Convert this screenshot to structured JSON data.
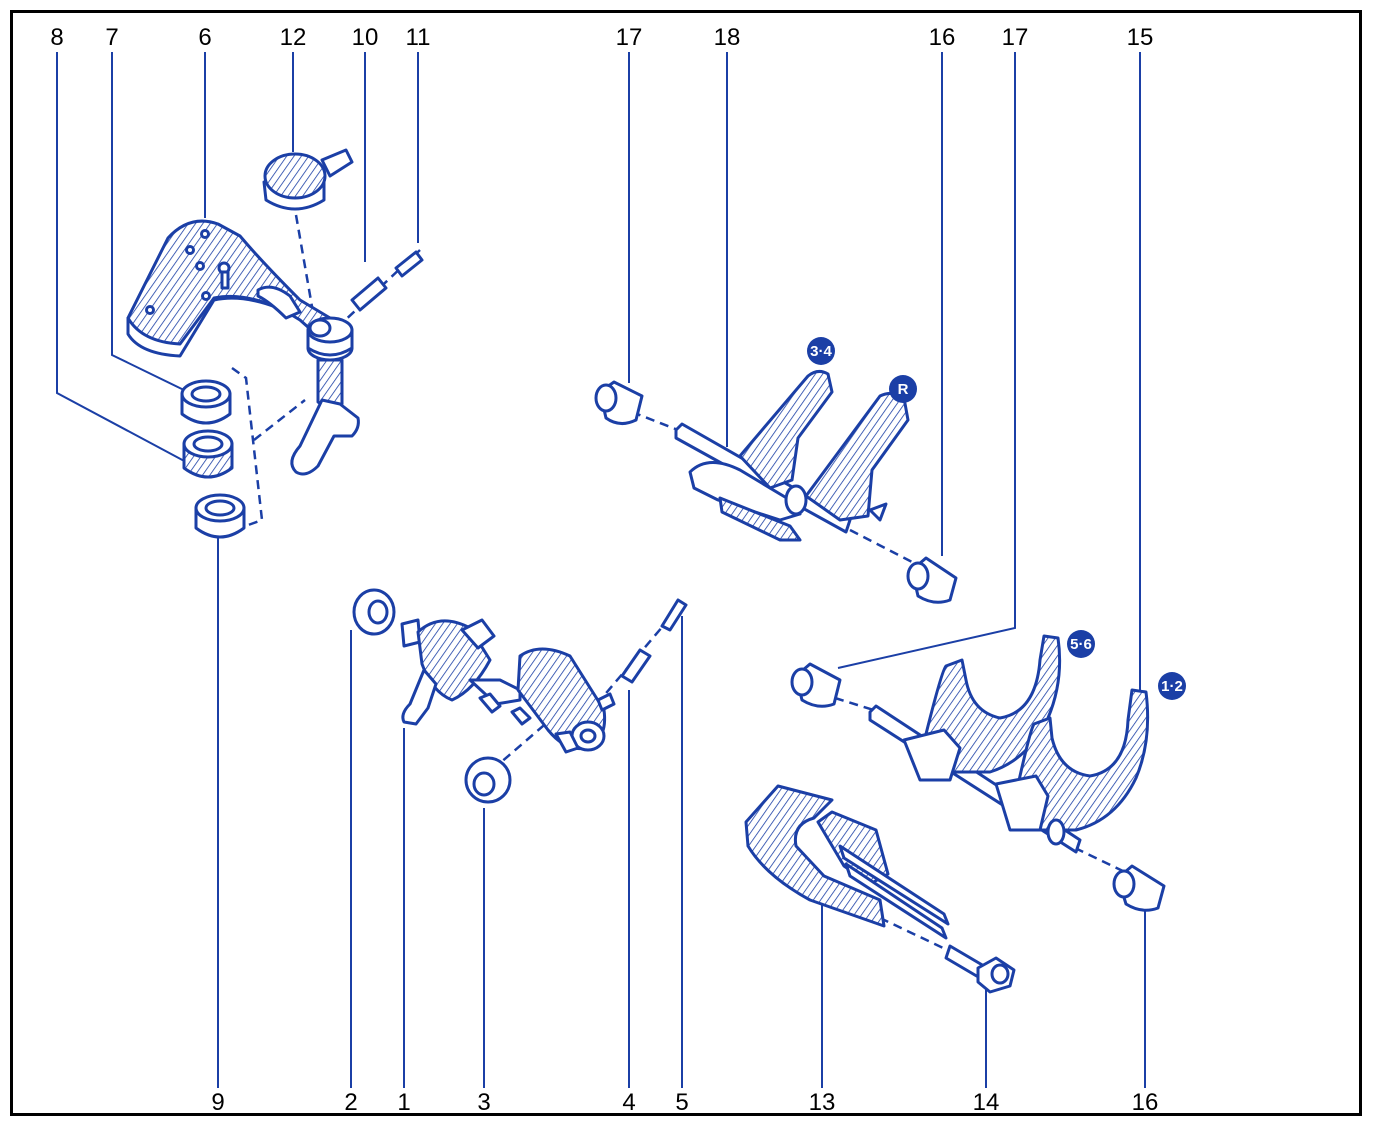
{
  "accent_color": "#1b3fa6",
  "labels": {
    "top": [
      "8",
      "7",
      "6",
      "12",
      "10",
      "11",
      "17",
      "18",
      "16",
      "17",
      "15"
    ],
    "bottom": [
      "9",
      "2",
      "1",
      "3",
      "4",
      "5",
      "13",
      "14",
      "16"
    ]
  },
  "badges": {
    "b34": "3·4",
    "bR": "R",
    "b56": "5·6",
    "b12": "1·2"
  }
}
